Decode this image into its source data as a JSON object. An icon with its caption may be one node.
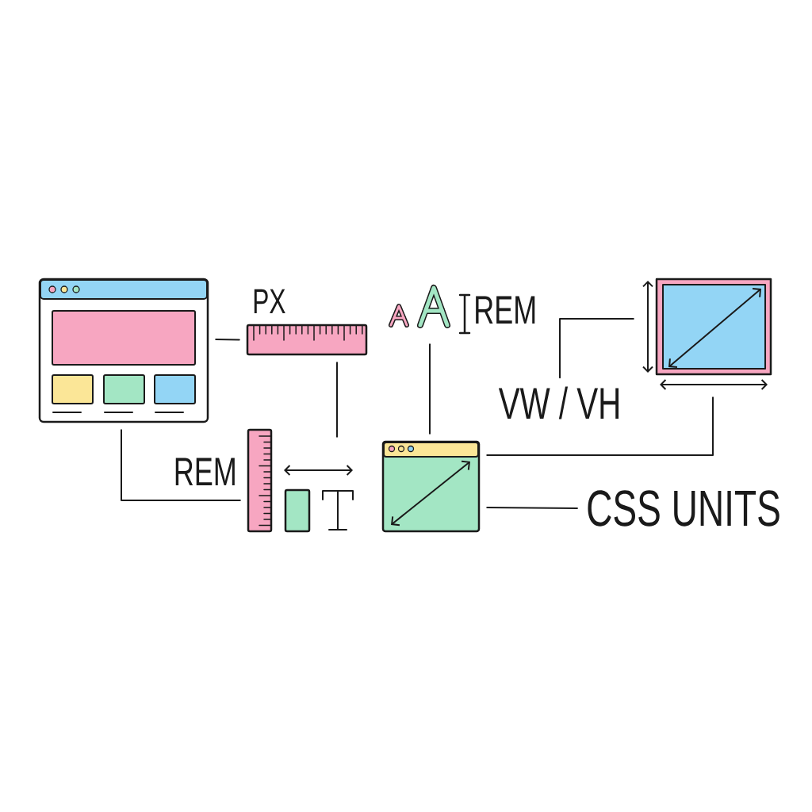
{
  "diagram": {
    "nodes": [
      {
        "text": [],
        "shape": "picture"
      },
      {
        "text": [
          "PX"
        ]
      },
      {
        "text": [
          "REM"
        ]
      },
      {
        "text": [
          "REM"
        ]
      },
      {
        "text": [],
        "shape": "picture"
      },
      {
        "text": [
          "VW / VH"
        ]
      },
      {
        "text": [],
        "shape": "picture"
      },
      {
        "text": [
          "CSS UNITS"
        ]
      }
    ],
    "edges": [
      {
        "from": 0,
        "to": 1,
        "arrow": "none"
      },
      {
        "from": 1,
        "to": 2,
        "arrow": "none"
      },
      {
        "from": 0,
        "to": 2,
        "arrow": "none"
      },
      {
        "from": 3,
        "to": 4,
        "arrow": "none"
      },
      {
        "from": 4,
        "to": 6,
        "arrow": "none"
      },
      {
        "from": 6,
        "to": 5,
        "arrow": "none"
      },
      {
        "from": 4,
        "to": 7,
        "arrow": "none"
      }
    ]
  }
}
